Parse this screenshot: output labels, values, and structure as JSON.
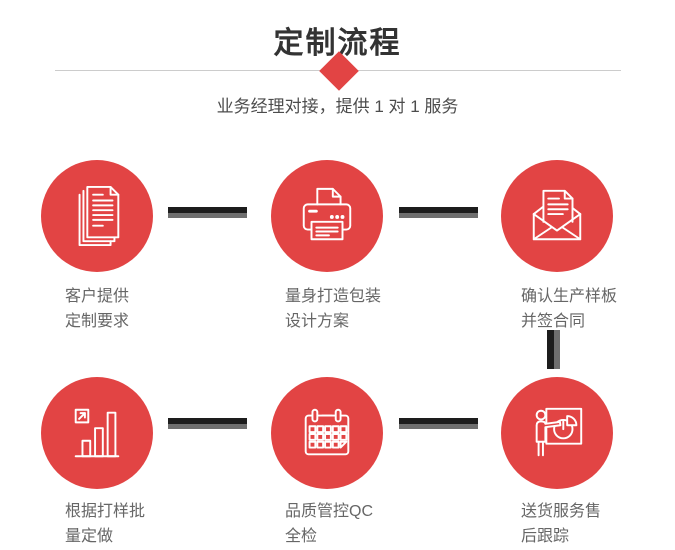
{
  "header": {
    "title": "定制流程",
    "subtitle": "业务经理对接，提供 1 对 1 服务"
  },
  "colors": {
    "accent_red": "#e24444",
    "title_text": "#333333",
    "subtitle_text": "#4c4c4c",
    "label_text": "#666666",
    "divider_line": "#cccccc",
    "connector_dark": "#1d1d1d",
    "connector_gray": "#6f6f6f",
    "icon_stroke": "#ffffff"
  },
  "steps": [
    {
      "icon": "stacked-documents-icon",
      "label_line1": "客户提供",
      "label_line2": "定制要求"
    },
    {
      "icon": "printer-icon",
      "label_line1": "量身打造包装",
      "label_line2": "设计方案"
    },
    {
      "icon": "open-envelope-icon",
      "label_line1": "确认生产样板",
      "label_line2": "并签合同"
    },
    {
      "icon": "bar-chart-icon",
      "label_line1": "根据打样批",
      "label_line2": "量定做"
    },
    {
      "icon": "calendar-icon",
      "label_line1": "品质管控QC",
      "label_line2": "全检"
    },
    {
      "icon": "presentation-icon",
      "label_line1": "送货服务售",
      "label_line2": "后跟踪"
    }
  ]
}
